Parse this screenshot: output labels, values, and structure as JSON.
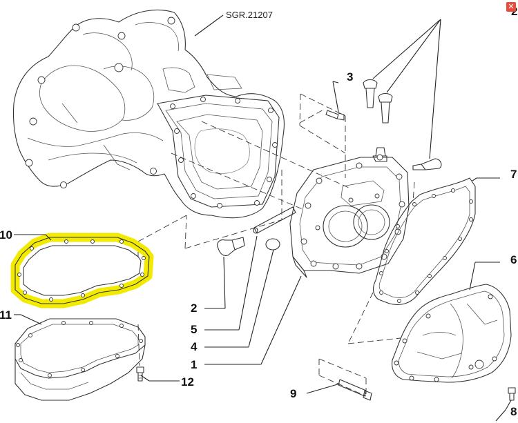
{
  "diagram": {
    "reference_code": "SGR.21207",
    "callouts": [
      {
        "id": "c2_top",
        "label": "2"
      },
      {
        "id": "c3",
        "label": "3"
      },
      {
        "id": "c7",
        "label": "7"
      },
      {
        "id": "c6",
        "label": "6"
      },
      {
        "id": "c10",
        "label": "10"
      },
      {
        "id": "c11",
        "label": "11"
      },
      {
        "id": "c12",
        "label": "12"
      },
      {
        "id": "c2_left",
        "label": "2"
      },
      {
        "id": "c5",
        "label": "5"
      },
      {
        "id": "c4",
        "label": "4"
      },
      {
        "id": "c1",
        "label": "1"
      },
      {
        "id": "c9",
        "label": "9"
      },
      {
        "id": "c8",
        "label": "8"
      }
    ],
    "highlight": {
      "part": "10",
      "color": "#f2ea00"
    },
    "close_icon": "close-icon",
    "close_glyph": "✕"
  }
}
